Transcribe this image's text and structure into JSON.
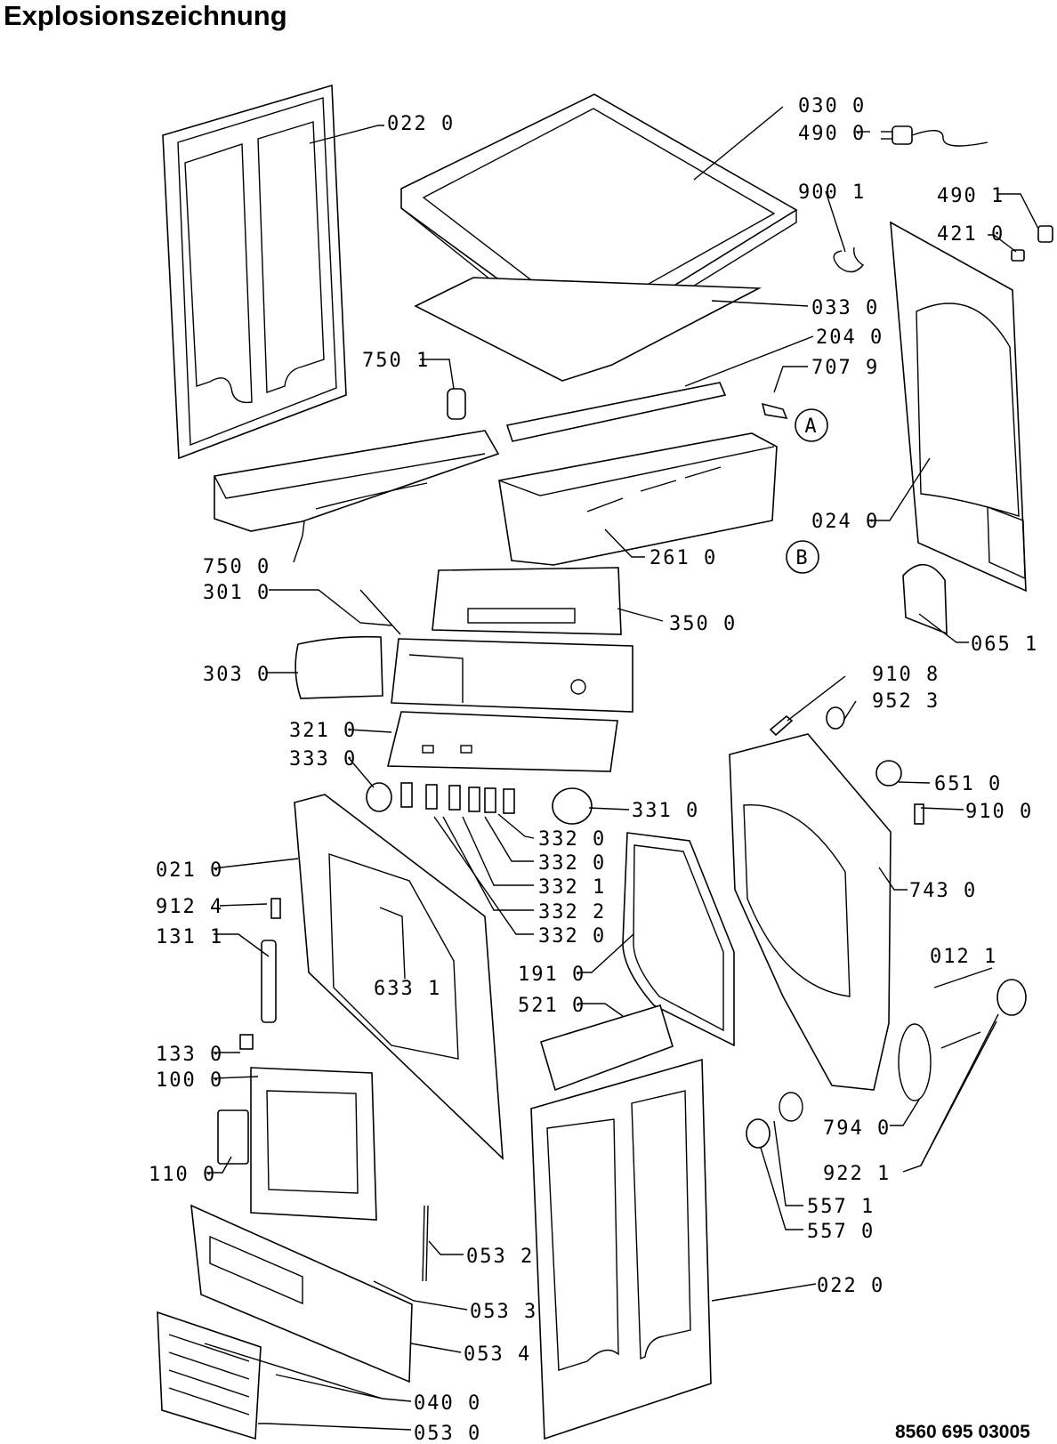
{
  "title": "Explosionszeichnung",
  "document_number": "8560 695 03005",
  "callouts": [
    {
      "id": "A",
      "text": "A"
    },
    {
      "id": "B",
      "text": "B"
    }
  ],
  "labels": [
    {
      "id": "022a",
      "text": "022 0"
    },
    {
      "id": "030",
      "text": "030 0"
    },
    {
      "id": "490_0",
      "text": "490 0"
    },
    {
      "id": "900",
      "text": "900 1"
    },
    {
      "id": "490_1",
      "text": "490 1"
    },
    {
      "id": "421",
      "text": "421 0"
    },
    {
      "id": "033",
      "text": "033 0"
    },
    {
      "id": "204",
      "text": "204 0"
    },
    {
      "id": "750_1",
      "text": "750 1"
    },
    {
      "id": "707",
      "text": "707 9"
    },
    {
      "id": "024",
      "text": "024 0"
    },
    {
      "id": "750_0",
      "text": "750 0"
    },
    {
      "id": "261",
      "text": "261 0"
    },
    {
      "id": "301",
      "text": "301 0"
    },
    {
      "id": "350",
      "text": "350 0"
    },
    {
      "id": "065",
      "text": "065 1"
    },
    {
      "id": "303",
      "text": "303 0"
    },
    {
      "id": "910_8",
      "text": "910 8"
    },
    {
      "id": "952",
      "text": "952 3"
    },
    {
      "id": "321",
      "text": "321 0"
    },
    {
      "id": "333",
      "text": "333 0"
    },
    {
      "id": "651",
      "text": "651 0"
    },
    {
      "id": "331",
      "text": "331 0"
    },
    {
      "id": "910_0",
      "text": "910 0"
    },
    {
      "id": "332_0a",
      "text": "332 0"
    },
    {
      "id": "332_0b",
      "text": "332 0"
    },
    {
      "id": "021",
      "text": "021 0"
    },
    {
      "id": "743",
      "text": "743 0"
    },
    {
      "id": "332_1",
      "text": "332 1"
    },
    {
      "id": "912",
      "text": "912 4"
    },
    {
      "id": "332_2",
      "text": "332 2"
    },
    {
      "id": "332_0c",
      "text": "332 0"
    },
    {
      "id": "131",
      "text": "131 1"
    },
    {
      "id": "012",
      "text": "012 1"
    },
    {
      "id": "191",
      "text": "191 0"
    },
    {
      "id": "633",
      "text": "633 1"
    },
    {
      "id": "521",
      "text": "521 0"
    },
    {
      "id": "133",
      "text": "133 0"
    },
    {
      "id": "100",
      "text": "100 0"
    },
    {
      "id": "794",
      "text": "794 0"
    },
    {
      "id": "110",
      "text": "110 0"
    },
    {
      "id": "922",
      "text": "922 1"
    },
    {
      "id": "557_1",
      "text": "557 1"
    },
    {
      "id": "557_0",
      "text": "557 0"
    },
    {
      "id": "053_2",
      "text": "053 2"
    },
    {
      "id": "053_3",
      "text": "053 3"
    },
    {
      "id": "022b",
      "text": "022 0"
    },
    {
      "id": "053_4",
      "text": "053 4"
    },
    {
      "id": "040",
      "text": "040 0"
    },
    {
      "id": "053_0",
      "text": "053 0"
    }
  ]
}
